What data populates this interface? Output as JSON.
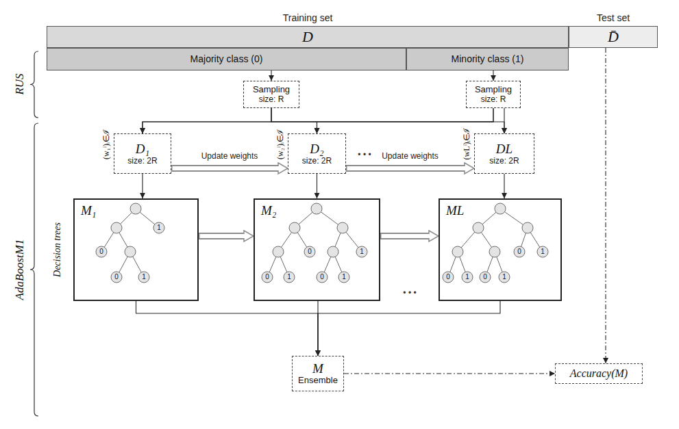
{
  "diagram": {
    "nodes": [
      {
        "text": [
          "Training set",
          "D"
        ]
      },
      {
        "text": [
          "Test set",
          "D̄"
        ]
      },
      {
        "text": [
          "Majority class (0)"
        ]
      },
      {
        "text": [
          "Minority class (1)"
        ]
      },
      {
        "text": [
          "Sampling",
          "size: R"
        ]
      },
      {
        "text": [
          "Sampling",
          "size: R"
        ]
      },
      {
        "text": [
          "D₁",
          "size: 2R"
        ]
      },
      {
        "text": [
          "D₂",
          "size: 2R"
        ]
      },
      {
        "text": [
          "DL",
          "size: 2R"
        ]
      },
      {
        "text": [
          "M₁"
        ]
      },
      {
        "text": [
          "M₂"
        ]
      },
      {
        "text": [
          "ML"
        ]
      },
      {
        "text": [
          "M",
          "Ensemble"
        ]
      },
      {
        "text": [
          "Accuracy(M)"
        ]
      }
    ],
    "edges": [
      {
        "from": 2,
        "to": 4,
        "arrow": "to"
      },
      {
        "from": 3,
        "to": 5,
        "arrow": "to"
      },
      {
        "from": 4,
        "to": 6,
        "arrow": "to"
      },
      {
        "from": 4,
        "to": 7,
        "arrow": "to"
      },
      {
        "from": 4,
        "to": 8,
        "arrow": "to"
      },
      {
        "from": 5,
        "to": 6,
        "arrow": "to"
      },
      {
        "from": 5,
        "to": 7,
        "arrow": "to"
      },
      {
        "from": 5,
        "to": 8,
        "arrow": "to"
      },
      {
        "from": 6,
        "to": 7,
        "arrow": "to",
        "label": "Update weights"
      },
      {
        "from": 7,
        "to": 8,
        "arrow": "to",
        "label": "Update weights"
      },
      {
        "from": 6,
        "to": 9,
        "arrow": "to"
      },
      {
        "from": 7,
        "to": 10,
        "arrow": "to"
      },
      {
        "from": 8,
        "to": 11,
        "arrow": "to"
      },
      {
        "from": 9,
        "to": 10,
        "arrow": "to"
      },
      {
        "from": 10,
        "to": 11,
        "arrow": "to"
      },
      {
        "from": 9,
        "to": 12,
        "arrow": "to"
      },
      {
        "from": 10,
        "to": 12,
        "arrow": "to"
      },
      {
        "from": 11,
        "to": 12,
        "arrow": "to"
      },
      {
        "from": 12,
        "to": 13,
        "arrow": "to"
      },
      {
        "from": 1,
        "to": 13,
        "arrow": "to"
      }
    ],
    "labels": [
      "RUS",
      "AdaBoostM1",
      "Decision trees",
      "(w₁ⁱ)ᵢ∈ℐ",
      "(w₂ⁱ)ᵢ∈ℐ",
      "(wLⁱ)ᵢ∈ℐ",
      "• • •",
      "• • •",
      "1",
      "0",
      "0",
      "1",
      "0",
      "1",
      "0",
      "0",
      "1",
      "1",
      "0",
      "1",
      "0",
      "1",
      "0",
      "1"
    ]
  }
}
